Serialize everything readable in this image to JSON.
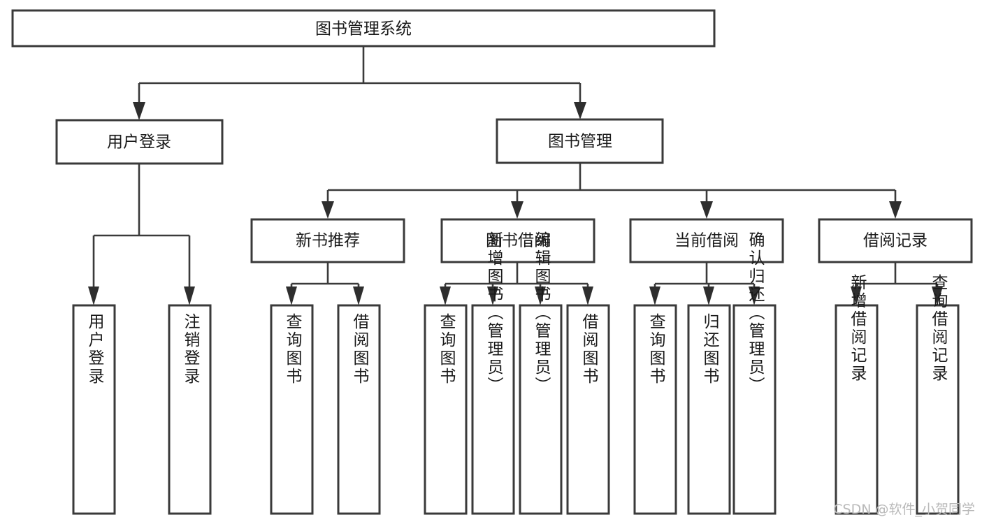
{
  "diagram": {
    "type": "tree-hierarchy-chart",
    "title": "图书管理系统",
    "orientation": "top-down",
    "colors": {
      "box_stroke": "#3a3a3a",
      "box_fill": "#ffffff",
      "connector": "#3a3a3a",
      "text": "#1a1a1a",
      "watermark": "#b9b9b9",
      "background": "#ffffff"
    },
    "root": {
      "label": "图书管理系统",
      "id": "root-system"
    },
    "level2": [
      {
        "id": "user-login",
        "label": "用户登录"
      },
      {
        "id": "book-management",
        "label": "图书管理"
      }
    ],
    "level3": [
      {
        "id": "new-book-recommend",
        "label": "新书推荐",
        "parent": "book-management"
      },
      {
        "id": "book-borrow",
        "label": "图书借阅",
        "parent": "book-management"
      },
      {
        "id": "current-borrow",
        "label": "当前借阅",
        "parent": "book-management"
      },
      {
        "id": "borrow-record",
        "label": "借阅记录",
        "parent": "book-management"
      }
    ],
    "leaves": {
      "user-login": [
        {
          "id": "leaf-user-login",
          "label": "用户登录"
        },
        {
          "id": "leaf-logout-login",
          "label": "注销登录"
        }
      ],
      "new-book-recommend": [
        {
          "id": "leaf-query-book-1",
          "label": "查询图书"
        },
        {
          "id": "leaf-borrow-book-1",
          "label": "借阅图书"
        }
      ],
      "book-borrow": [
        {
          "id": "leaf-query-book-2",
          "label": "查询图书"
        },
        {
          "id": "leaf-add-book",
          "label": "新增图书（管理员）"
        },
        {
          "id": "leaf-edit-book",
          "label": "编辑图书（管理员）"
        },
        {
          "id": "leaf-borrow-book-2",
          "label": "借阅图书"
        }
      ],
      "current-borrow": [
        {
          "id": "leaf-query-book-3",
          "label": "查询图书"
        },
        {
          "id": "leaf-return-book",
          "label": "归还图书"
        },
        {
          "id": "leaf-confirm-return",
          "label": "确认归还（管理员）"
        }
      ],
      "borrow-record": [
        {
          "id": "leaf-add-record",
          "label": "新增借阅记录"
        },
        {
          "id": "leaf-query-record",
          "label": "查询借阅记录"
        }
      ]
    }
  },
  "watermark": {
    "text": "CSDN @软件_小贺同学"
  }
}
